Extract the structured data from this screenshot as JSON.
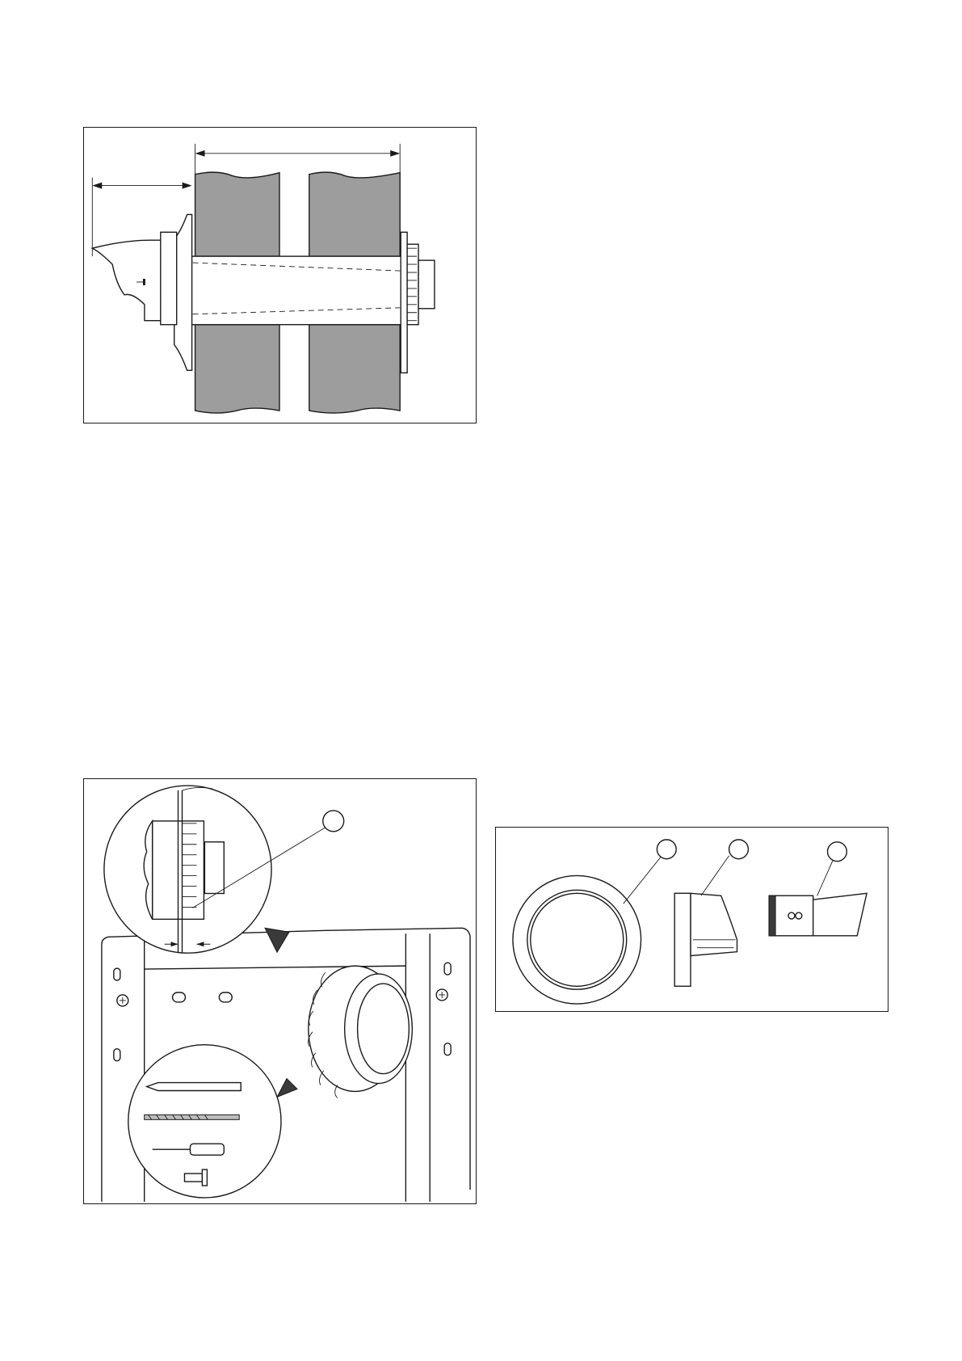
{
  "figures": [
    {
      "id": "wall-terminal",
      "visible_text": ""
    },
    {
      "id": "mounting-detail",
      "visible_text": ""
    },
    {
      "id": "terminal-parts",
      "visible_text": ""
    }
  ],
  "colors": {
    "ink": "#1a1a1a",
    "wall_hatch": "#9d9d9d",
    "part_shade": "#bdbdbd",
    "background": "#ffffff"
  },
  "icons": [
    "pencil-icon",
    "drill-bit-icon",
    "screwdriver-icon",
    "screw-icon"
  ]
}
